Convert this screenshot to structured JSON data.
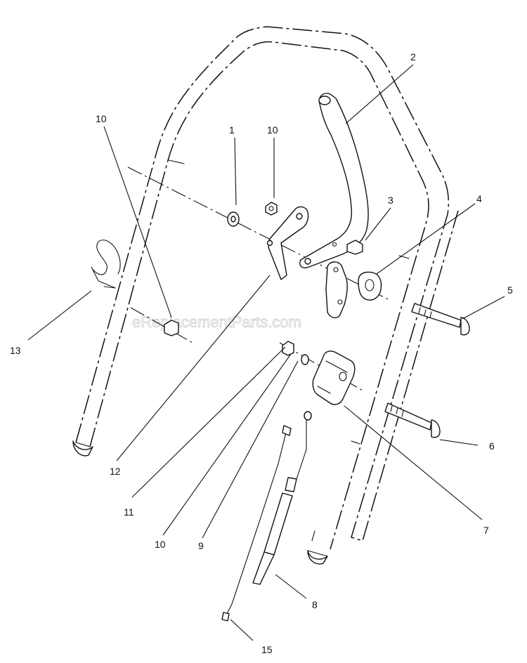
{
  "watermark": "eReplacementParts.com",
  "callouts": {
    "c1": "1",
    "c2": "2",
    "c3": "3",
    "c4": "4",
    "c5": "5",
    "c6": "6",
    "c7": "7",
    "c8": "8",
    "c9": "9",
    "c10a": "10",
    "c10b": "10",
    "c10c": "10",
    "c11": "11",
    "c12": "12",
    "c13": "13",
    "c15": "15"
  }
}
